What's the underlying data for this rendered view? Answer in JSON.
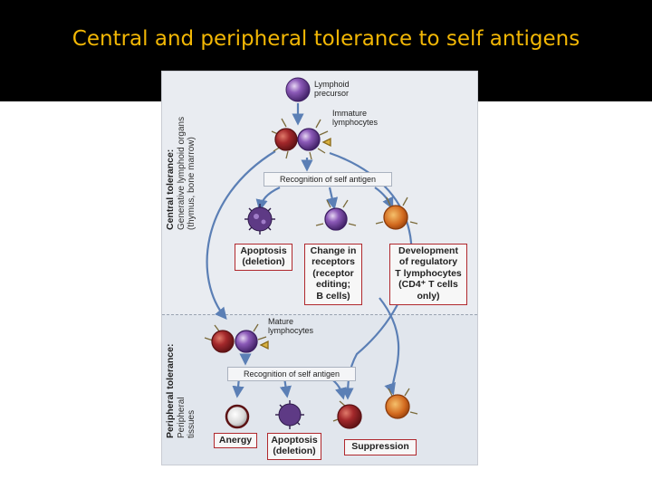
{
  "slide_title": "Central and peripheral tolerance to self antigens",
  "central": {
    "label_bold": "Central tolerance:",
    "label_line2": "Generative lymphoid organs",
    "label_line3": "(thymus, bone marrow)"
  },
  "peripheral": {
    "label_bold": "Peripheral tolerance:",
    "label_line2": "Peripheral",
    "label_line3": "tissues"
  },
  "labels": {
    "lymphoid_precursor_1": "Lymphoid",
    "lymphoid_precursor_2": "precursor",
    "immature_1": "Immature",
    "immature_2": "lymphocytes",
    "mature_1": "Mature",
    "mature_2": "lymphocytes",
    "recognition_central": "Recognition of self antigen",
    "recognition_peripheral": "Recognition of self antigen"
  },
  "boxes": {
    "apoptosis_central_1": "Apoptosis",
    "apoptosis_central_2": "(deletion)",
    "change_1": "Change in",
    "change_2": "receptors",
    "change_3": "(receptor",
    "change_4": "editing;",
    "change_5": "B cells)",
    "development_1": "Development",
    "development_2": "of regulatory",
    "development_3": "T lymphocytes",
    "development_4": "(CD4⁺ T cells",
    "development_5": "only)",
    "anergy": "Anergy",
    "apoptosis_peripheral_1": "Apoptosis",
    "apoptosis_peripheral_2": "(deletion)",
    "suppression": "Suppression"
  },
  "colors": {
    "title": "#f2b705",
    "box_border": "#b0282d",
    "arrow": "#5b7fb5",
    "red_cell": "#a3282b",
    "purple_cell": "#6b3f96",
    "orange_cell": "#d2691e"
  }
}
